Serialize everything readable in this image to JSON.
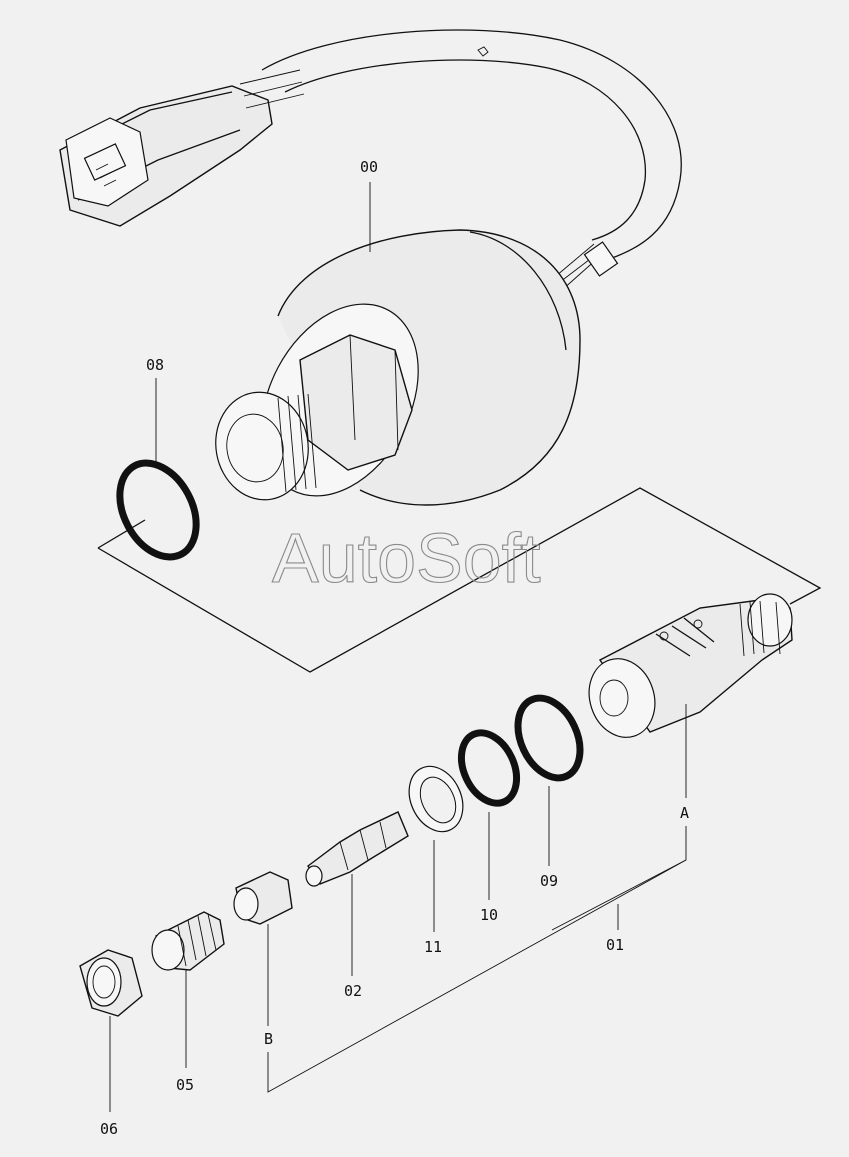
{
  "watermark": "AutoSoft",
  "callouts": {
    "c00": "00",
    "c01": "01",
    "c02": "02",
    "c05": "05",
    "c06": "06",
    "c08": "08",
    "c09": "09",
    "c10": "10",
    "c11": "11",
    "cA": "A",
    "cB": "B"
  },
  "colors": {
    "background": "#f1f1f1",
    "line": "#111111",
    "watermark": "#8a8a8a"
  }
}
